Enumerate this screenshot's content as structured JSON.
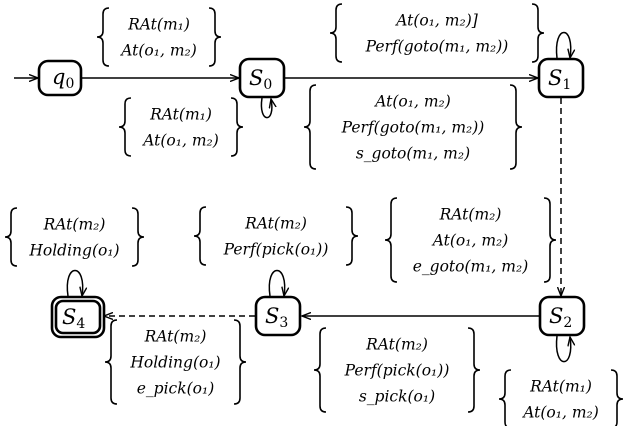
{
  "states": {
    "q0": {
      "base": "q",
      "sub": "0"
    },
    "S0": {
      "base": "S",
      "sub": "0"
    },
    "S1": {
      "base": "S",
      "sub": "1"
    },
    "S2": {
      "base": "S",
      "sub": "2"
    },
    "S3": {
      "base": "S",
      "sub": "3"
    },
    "S4": {
      "base": "S",
      "sub": "4"
    }
  },
  "labels": {
    "q0_S0": [
      "RAt(m₁)",
      "At(o₁, m₂)"
    ],
    "S0_loop": [
      "RAt(m₁)",
      "At(o₁, m₂)"
    ],
    "S0_S1_above": [
      "At(o₁, m₂)]",
      "Perf(goto(m₁, m₂))"
    ],
    "S0_S1_below": [
      "At(o₁, m₂)",
      "Perf(goto(m₁, m₂))",
      "s_goto(m₁, m₂)"
    ],
    "S1_S2": [
      "RAt(m₂)",
      "At(o₁, m₂)",
      "e_goto(m₁, m₂)"
    ],
    "S2_loop": [
      "RAt(m₁)",
      "At(o₁, m₂)"
    ],
    "S2_S3": [
      "RAt(m₂)",
      "Perf(pick(o₁))",
      "s_pick(o₁)"
    ],
    "S3_loop": [
      "RAt(m₂)",
      "Perf(pick(o₁))"
    ],
    "S3_S4": [
      "RAt(m₂)",
      "Holding(o₁)",
      "e_pick(o₁)"
    ],
    "S4_loop": [
      "RAt(m₂)",
      "Holding(o₁)"
    ]
  }
}
